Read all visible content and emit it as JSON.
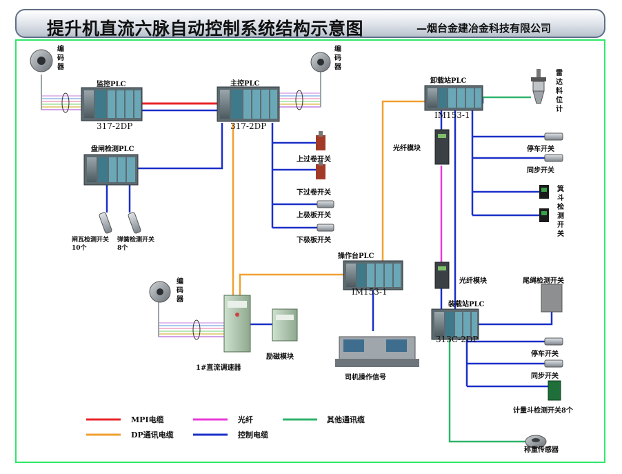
{
  "title": {
    "main": "提升机直流六脉自动控制系统结构示意图",
    "company": "—烟台金建冶金科技有限公司"
  },
  "labels": {
    "encoder": "编码器",
    "monitor_plc": "监控PLC",
    "main_plc": "主控PLC",
    "cpu_317": "317-2DP",
    "brake_plc": "盘闸检测PLC",
    "gate_switch": "闸瓦检测开关10个",
    "spring_switch": "弹簧检测开关8个",
    "over_wind_top": "上过卷开关",
    "over_wind_bottom": "下过卷开关",
    "top_plate": "上极板开关",
    "bottom_plate": "下极板开关",
    "unload_plc": "卸载站PLC",
    "im153": "IM153-1",
    "radar": "雷达料位计",
    "stop_switch": "停车开关",
    "sync_switch": "同步开关",
    "skip_switch": "箕斗检测开关",
    "fiber_module": "光纤模块",
    "console_plc": "操作台PLC",
    "tail_rope": "尾绳检测开关",
    "load_plc": "装载站PLC",
    "cpu_313": "313C-2DP",
    "dc_governor": "1#直流调速器",
    "excitation": "励磁模块",
    "driver_signal": "司机操作信号",
    "metering_switch": "计量斗检测开关8个",
    "weigh_sensor": "称重传感器"
  },
  "legend": {
    "mpi": "MPI电缆",
    "fiber": "光纤",
    "other": "其他通讯缆",
    "dp": "DP通讯电缆",
    "control": "控制电缆"
  },
  "colors": {
    "mpi": "#e8242a",
    "fiber": "#e83ad8",
    "other": "#2fb36b",
    "dp": "#f0a030",
    "control": "#1a2fc8",
    "frame": "#2ee86a"
  }
}
